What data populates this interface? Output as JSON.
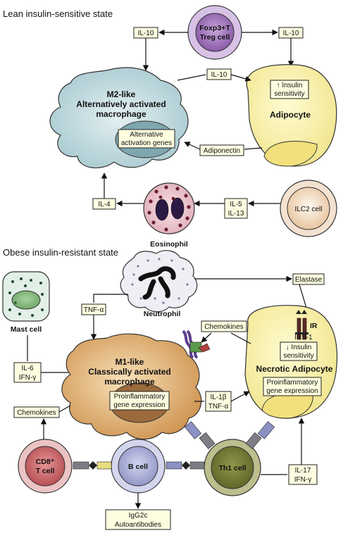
{
  "sections": {
    "lean_title": "Lean insulin-sensitive state",
    "obese_title": "Obese insulin-resistant state"
  },
  "lean": {
    "treg": [
      "Foxp3+T",
      "Treg cell"
    ],
    "il10_left": "IL-10",
    "il10_right": "IL-10",
    "il10_mid": "IL-10",
    "m2": [
      "M2-like",
      "Alternatively activated",
      "macrophage"
    ],
    "m2_genes": [
      "Alternative",
      "activation genes"
    ],
    "adipocyte": "Adipocyte",
    "insulin_box": [
      "↑ Insulin",
      "sensitivity"
    ],
    "adiponectin": "Adiponectin",
    "il4": "IL-4",
    "il5_13": [
      "IL-5",
      "IL-13"
    ],
    "eosinophil": "Eosinophil",
    "ilc2": "ILC2 cell"
  },
  "obese": {
    "neutrophil": "Neutrophil",
    "elastase": "Elastase",
    "tnfa_top": "TNF-α",
    "mast": "Mast cell",
    "il6_ifn": [
      "IL-6",
      "IFN-γ"
    ],
    "chemokines_top": "Chemokines",
    "chemokines_left": "Chemokines",
    "ir": "IR",
    "irs1": "IRS-1",
    "insulin_box": [
      "↓ Insulin",
      "sensitivity"
    ],
    "m1": [
      "M1-like",
      "Classically activated",
      "macrophage"
    ],
    "m1_genes": [
      "Proinflammatory",
      "gene expression"
    ],
    "necrotic": "Necrotic Adipocyte",
    "necrotic_genes": [
      "Proinflammatory",
      "gene expression"
    ],
    "il1b_tnf": [
      "IL-1β",
      "TNF-α"
    ],
    "cd8": [
      "CD8⁺",
      "T cell"
    ],
    "bcell": "B cell",
    "th1": "Th1 cell",
    "il17_ifn": [
      "IL-17",
      "IFN-γ"
    ],
    "igg": [
      "IgG2c",
      "Autoantibodies"
    ]
  }
}
